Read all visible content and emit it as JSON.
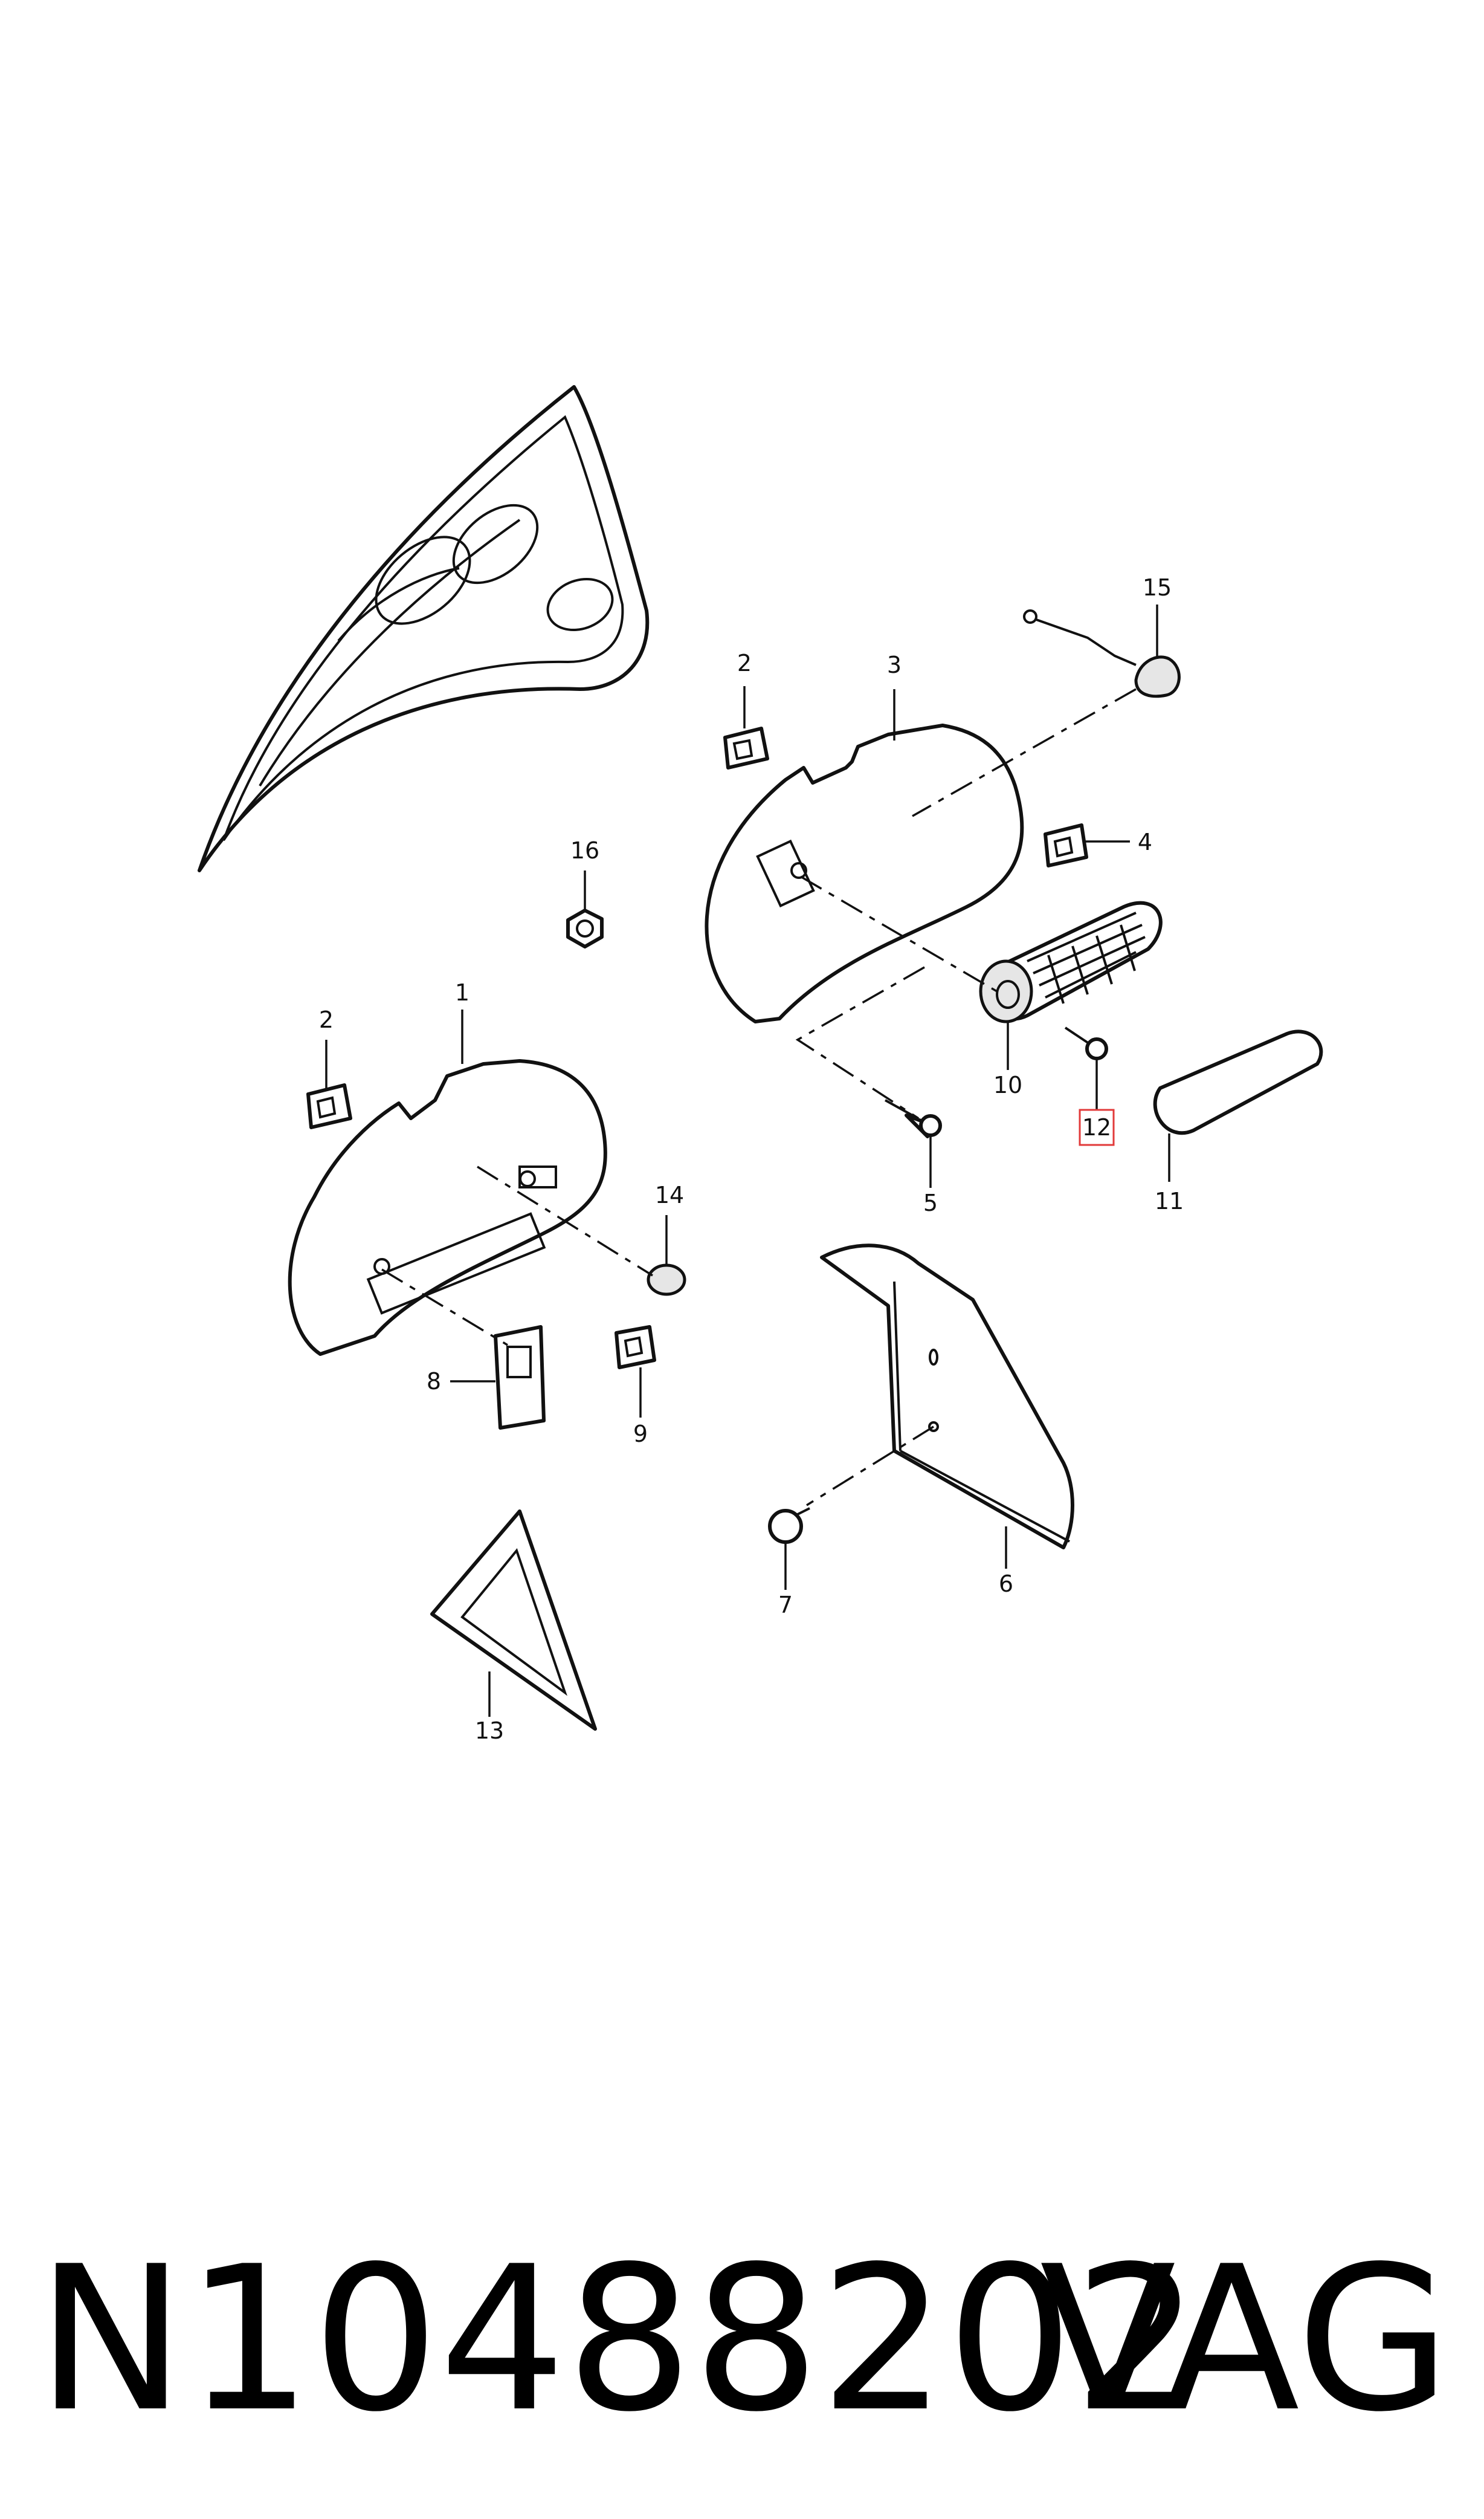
{
  "callouts": {
    "c1": "1",
    "c2a": "2",
    "c2b": "2",
    "c3": "3",
    "c4": "4",
    "c5": "5",
    "c6": "6",
    "c7": "7",
    "c8": "8",
    "c9": "9",
    "c10": "10",
    "c11": "11",
    "c12": "12",
    "c13": "13",
    "c14": "14",
    "c15": "15",
    "c16": "16"
  },
  "highlighted_callout": "12",
  "highlight_color": "#e23a3a",
  "caption": {
    "part_number": "N10488202",
    "brand": "VAG"
  }
}
